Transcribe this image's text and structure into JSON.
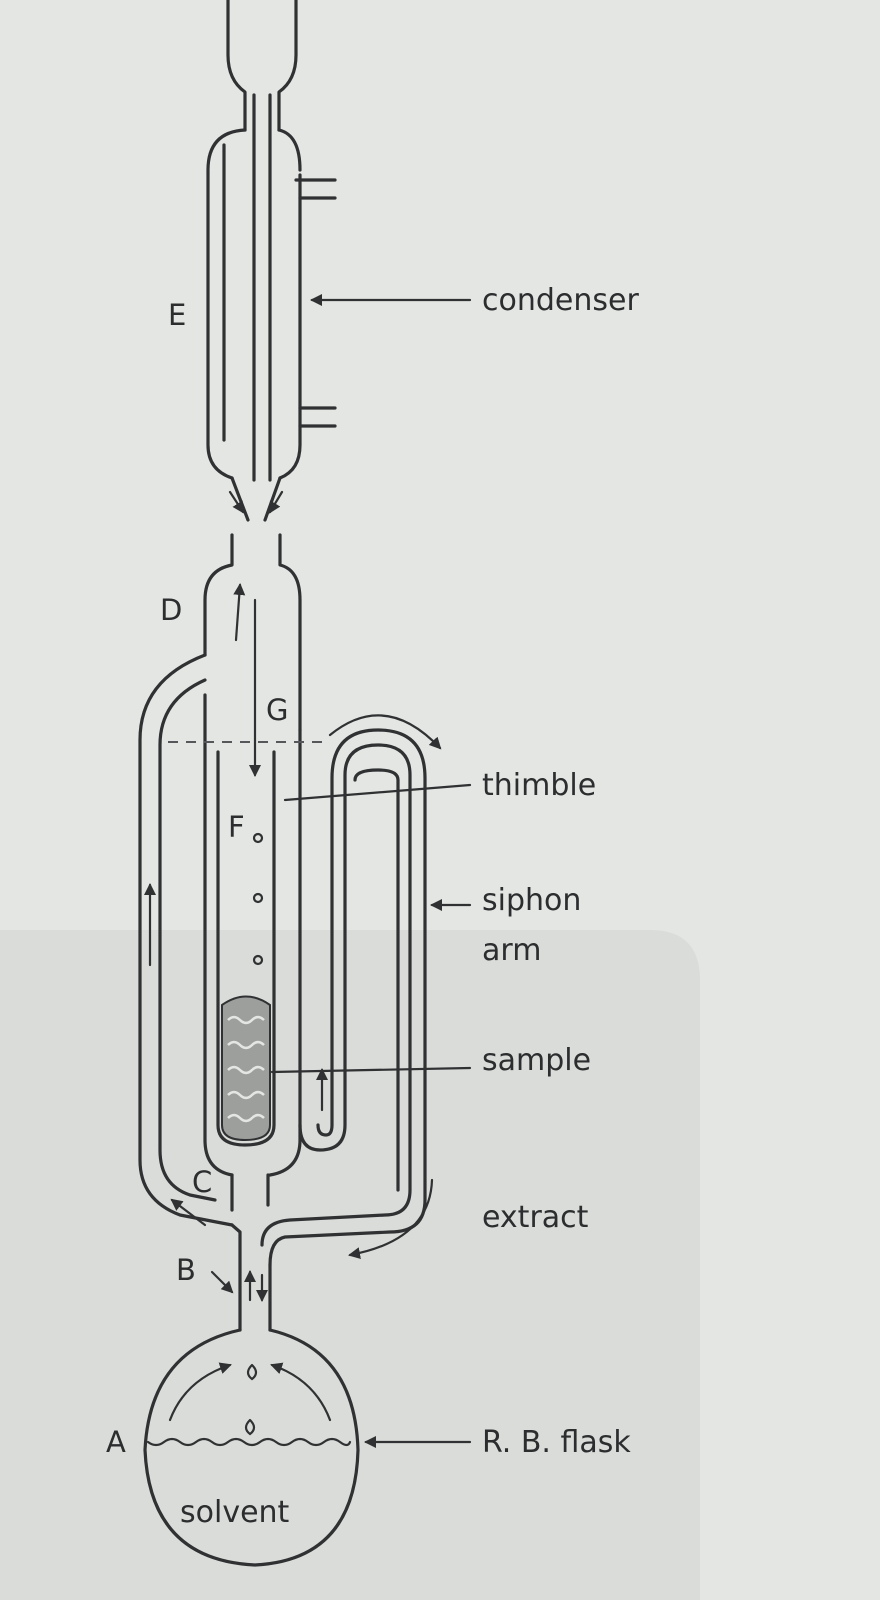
{
  "labels": {
    "condenser": "condenser",
    "thimble": "thimble",
    "siphon_line1": "siphon",
    "siphon_line2": "arm",
    "sample": "sample",
    "extract": "extract",
    "flask": "R. B.  flask",
    "solvent": "solvent"
  },
  "letters": {
    "A": "A",
    "B": "B",
    "C": "C",
    "D": "D",
    "E": "E",
    "F": "F",
    "G": "G"
  },
  "colors": {
    "background": "#e4e6e3",
    "ink": "#2f3133"
  }
}
